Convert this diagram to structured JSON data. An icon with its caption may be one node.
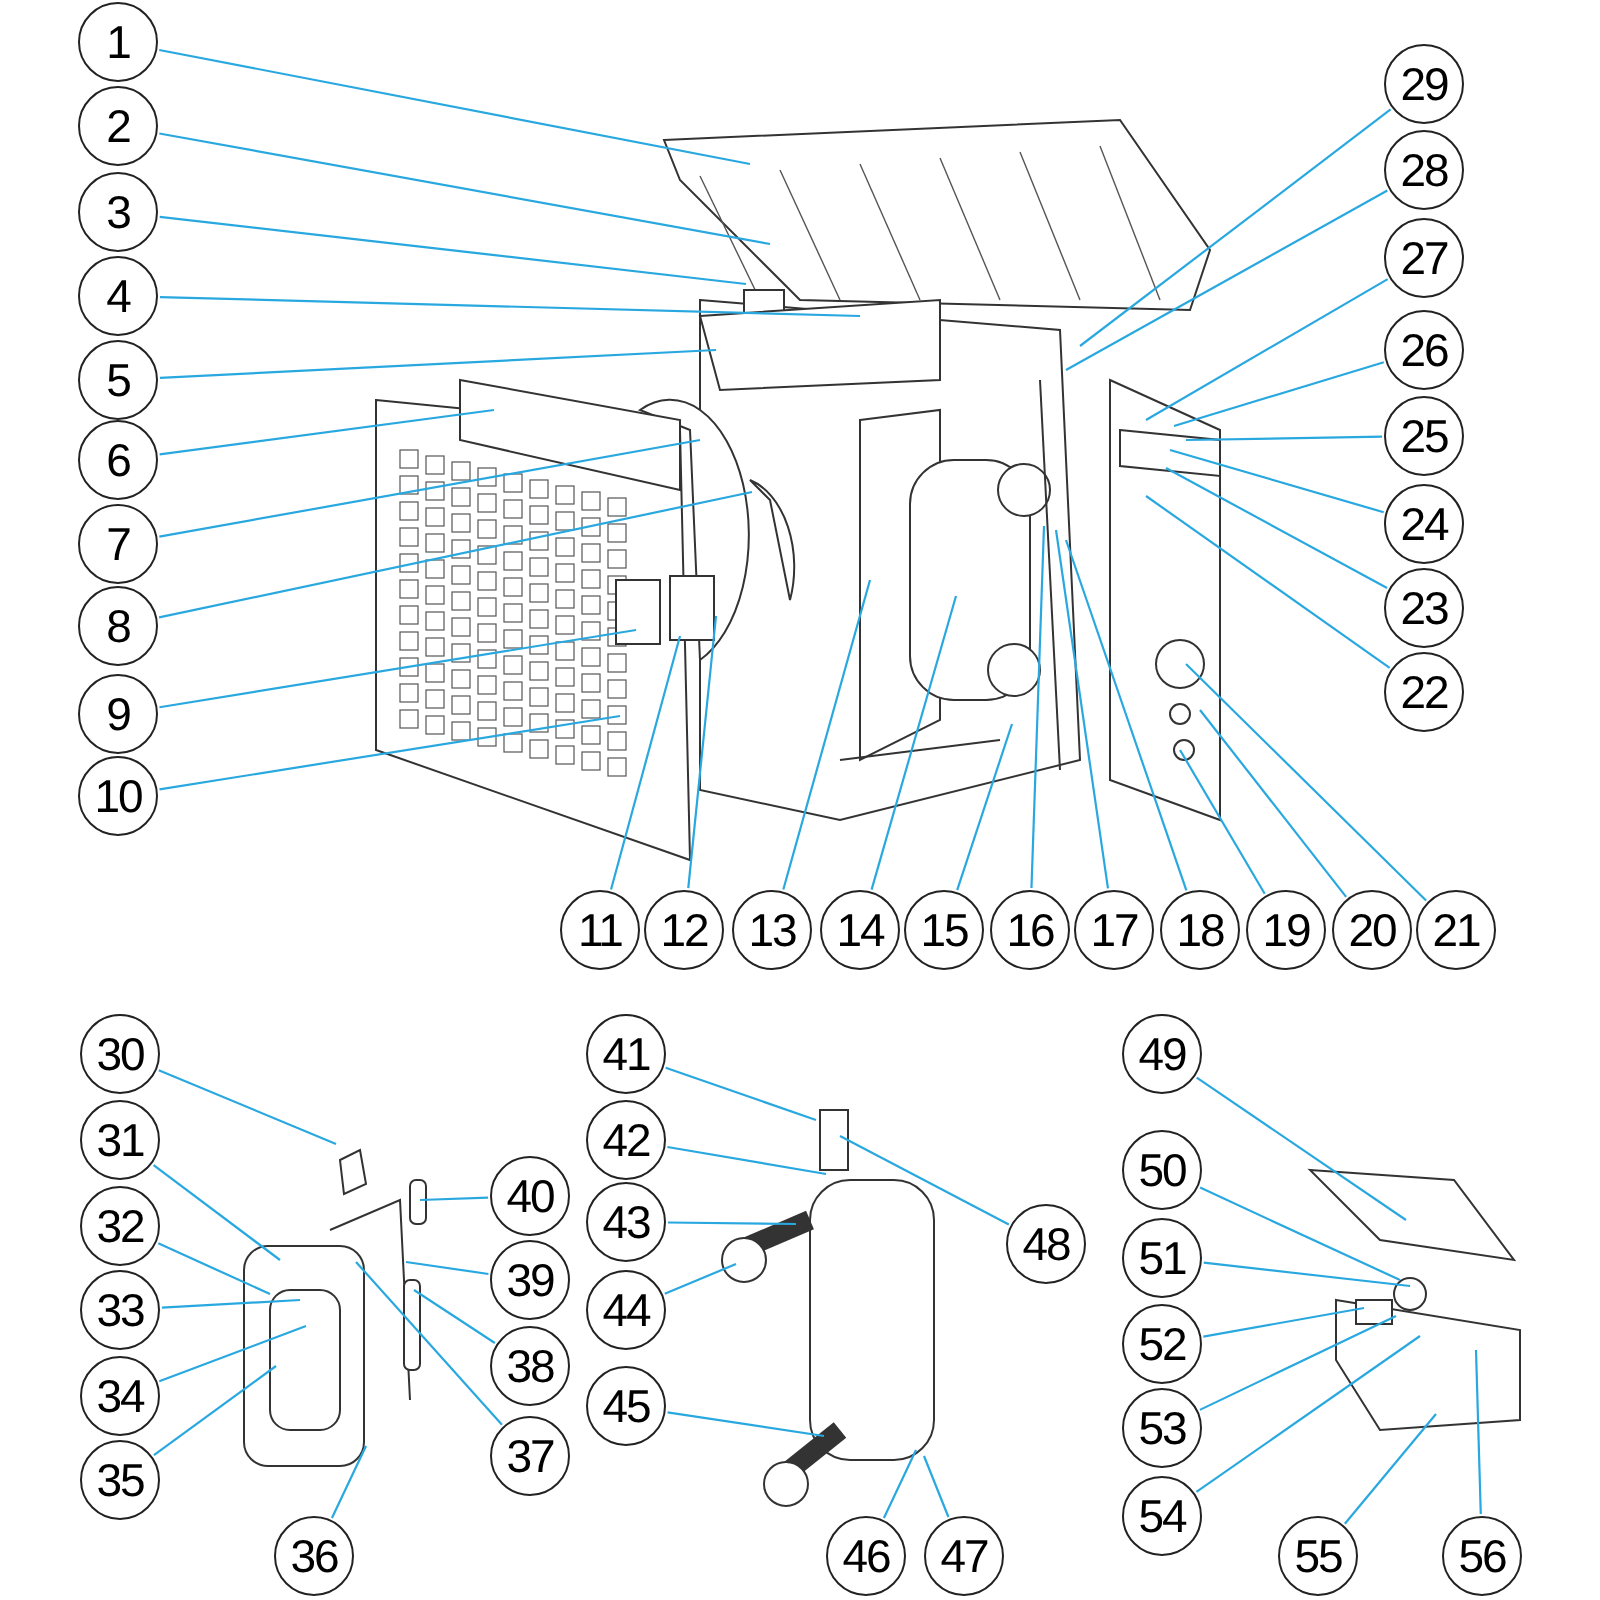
{
  "diagram": {
    "nodes": [
      {
        "text": [
          "1"
        ]
      },
      {
        "text": [
          "2"
        ]
      },
      {
        "text": [
          "3"
        ]
      },
      {
        "text": [
          "4"
        ]
      },
      {
        "text": [
          "5"
        ]
      },
      {
        "text": [
          "6"
        ]
      },
      {
        "text": [
          "7"
        ]
      },
      {
        "text": [
          "8"
        ]
      },
      {
        "text": [
          "9"
        ]
      },
      {
        "text": [
          "10"
        ]
      },
      {
        "text": [
          "11"
        ]
      },
      {
        "text": [
          "12"
        ]
      },
      {
        "text": [
          "13"
        ]
      },
      {
        "text": [
          "14"
        ]
      },
      {
        "text": [
          "15"
        ]
      },
      {
        "text": [
          "16"
        ]
      },
      {
        "text": [
          "17"
        ]
      },
      {
        "text": [
          "18"
        ]
      },
      {
        "text": [
          "19"
        ]
      },
      {
        "text": [
          "20"
        ]
      },
      {
        "text": [
          "21"
        ]
      },
      {
        "text": [
          "22"
        ]
      },
      {
        "text": [
          "23"
        ]
      },
      {
        "text": [
          "24"
        ]
      },
      {
        "text": [
          "25"
        ]
      },
      {
        "text": [
          "26"
        ]
      },
      {
        "text": [
          "27"
        ]
      },
      {
        "text": [
          "28"
        ]
      },
      {
        "text": [
          "29"
        ]
      },
      {
        "text": [
          "30"
        ]
      },
      {
        "text": [
          "31"
        ]
      },
      {
        "text": [
          "32"
        ]
      },
      {
        "text": [
          "33"
        ]
      },
      {
        "text": [
          "34"
        ]
      },
      {
        "text": [
          "35"
        ]
      },
      {
        "text": [
          "36"
        ]
      },
      {
        "text": [
          "37"
        ]
      },
      {
        "text": [
          "38"
        ]
      },
      {
        "text": [
          "39"
        ]
      },
      {
        "text": [
          "40"
        ]
      },
      {
        "text": [
          "41"
        ]
      },
      {
        "text": [
          "42"
        ]
      },
      {
        "text": [
          "43"
        ]
      },
      {
        "text": [
          "44"
        ]
      },
      {
        "text": [
          "45"
        ]
      },
      {
        "text": [
          "46"
        ]
      },
      {
        "text": [
          "47"
        ]
      },
      {
        "text": [
          "48"
        ]
      },
      {
        "text": [
          "49"
        ]
      },
      {
        "text": [
          "50"
        ]
      },
      {
        "text": [
          "51"
        ]
      },
      {
        "text": [
          "52"
        ]
      },
      {
        "text": [
          "53"
        ]
      },
      {
        "text": [
          "54"
        ]
      },
      {
        "text": [
          "55"
        ]
      },
      {
        "text": [
          "56"
        ]
      }
    ],
    "edges": [
      {
        "from": 0,
        "to": null,
        "arrow": "none"
      },
      {
        "from": 1,
        "to": null,
        "arrow": "none"
      },
      {
        "from": 2,
        "to": null,
        "arrow": "none"
      },
      {
        "from": 3,
        "to": null,
        "arrow": "none"
      },
      {
        "from": 4,
        "to": null,
        "arrow": "none"
      },
      {
        "from": 5,
        "to": null,
        "arrow": "none"
      },
      {
        "from": 6,
        "to": null,
        "arrow": "none"
      },
      {
        "from": 7,
        "to": null,
        "arrow": "none"
      },
      {
        "from": 8,
        "to": null,
        "arrow": "none"
      },
      {
        "from": 9,
        "to": null,
        "arrow": "none"
      },
      {
        "from": 10,
        "to": null,
        "arrow": "none"
      },
      {
        "from": 11,
        "to": null,
        "arrow": "none"
      },
      {
        "from": 12,
        "to": null,
        "arrow": "none"
      },
      {
        "from": 13,
        "to": null,
        "arrow": "none"
      },
      {
        "from": 14,
        "to": null,
        "arrow": "none"
      },
      {
        "from": 15,
        "to": null,
        "arrow": "none"
      },
      {
        "from": 16,
        "to": null,
        "arrow": "none"
      },
      {
        "from": 17,
        "to": null,
        "arrow": "none"
      },
      {
        "from": 18,
        "to": null,
        "arrow": "none"
      },
      {
        "from": 19,
        "to": null,
        "arrow": "none"
      },
      {
        "from": 20,
        "to": null,
        "arrow": "none"
      },
      {
        "from": 21,
        "to": null,
        "arrow": "none"
      },
      {
        "from": 22,
        "to": null,
        "arrow": "none"
      },
      {
        "from": 23,
        "to": null,
        "arrow": "none"
      },
      {
        "from": 24,
        "to": null,
        "arrow": "none"
      },
      {
        "from": 25,
        "to": null,
        "arrow": "none"
      },
      {
        "from": 26,
        "to": null,
        "arrow": "none"
      },
      {
        "from": 27,
        "to": null,
        "arrow": "none"
      },
      {
        "from": 28,
        "to": null,
        "arrow": "none"
      },
      {
        "from": 29,
        "to": null,
        "arrow": "none"
      },
      {
        "from": 30,
        "to": null,
        "arrow": "none"
      },
      {
        "from": 31,
        "to": null,
        "arrow": "none"
      },
      {
        "from": 32,
        "to": null,
        "arrow": "none"
      },
      {
        "from": 33,
        "to": null,
        "arrow": "none"
      },
      {
        "from": 34,
        "to": null,
        "arrow": "none"
      },
      {
        "from": 35,
        "to": null,
        "arrow": "none"
      },
      {
        "from": 36,
        "to": null,
        "arrow": "none"
      },
      {
        "from": 37,
        "to": null,
        "arrow": "none"
      },
      {
        "from": 38,
        "to": null,
        "arrow": "none"
      },
      {
        "from": 39,
        "to": null,
        "arrow": "none"
      },
      {
        "from": 40,
        "to": null,
        "arrow": "none"
      },
      {
        "from": 41,
        "to": null,
        "arrow": "none"
      },
      {
        "from": 42,
        "to": null,
        "arrow": "none"
      },
      {
        "from": 43,
        "to": null,
        "arrow": "none"
      },
      {
        "from": 44,
        "to": null,
        "arrow": "none"
      },
      {
        "from": 45,
        "to": null,
        "arrow": "none"
      },
      {
        "from": 46,
        "to": null,
        "arrow": "none"
      },
      {
        "from": 47,
        "to": null,
        "arrow": "none"
      },
      {
        "from": 48,
        "to": null,
        "arrow": "none"
      },
      {
        "from": 49,
        "to": null,
        "arrow": "none"
      },
      {
        "from": 50,
        "to": null,
        "arrow": "none"
      },
      {
        "from": 51,
        "to": null,
        "arrow": "none"
      },
      {
        "from": 52,
        "to": null,
        "arrow": "none"
      },
      {
        "from": 53,
        "to": null,
        "arrow": "none"
      },
      {
        "from": 54,
        "to": null,
        "arrow": "none"
      },
      {
        "from": 55,
        "to": null,
        "arrow": "none"
      }
    ]
  }
}
